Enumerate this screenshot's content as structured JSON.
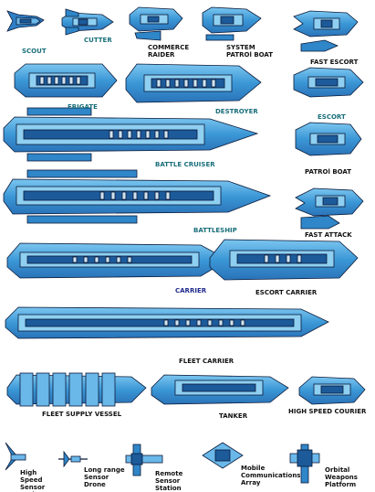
{
  "labels": {
    "scout": "SCOUT",
    "cutter": "CUTTER",
    "commerce_raider": "COMMERCE RAIDER",
    "system_patrol_boat": "SYSTEM PATROl BOAT",
    "fast_escort": "FAST ESCORT",
    "frigate": "FRIGATE",
    "destroyer": "DESTROYER",
    "escort": "ESCORT",
    "battle_cruiser": "BATTLE CRUISER",
    "patrol_boat": "PATROl BOAT",
    "battleship": "BATTLESHIP",
    "fast_attack": "FAST ATTACK",
    "carrier": "CARRIER",
    "escort_carrier": "ESCORT CARRIER",
    "fleet_carrier": "FLEET CARRIER",
    "fleet_supply_vessel": "FLEET SUPPLY VESSEL",
    "tanker": "TANKER",
    "high_speed_courier": "HIGH SPEED COURIER",
    "high_speed_sensor_probe": "High Speed Sensor Probe",
    "long_range_sensor_drone": "Long range Sensor Drone",
    "remote_sensor_station": "Remote Sensor Station",
    "mobile_communications_array": "Mobile Communications Array",
    "orbital_weapons_platform": "Orbital Weapons Platform"
  },
  "colors": {
    "hull_light": "#4aa8e0",
    "hull_mid": "#2f86c8",
    "hull_dark": "#1c5a9a",
    "outline": "#0a1a3a",
    "label_teal": "#1a6f7a",
    "label_navy": "#1f2a8c",
    "label_black": "#111111"
  }
}
